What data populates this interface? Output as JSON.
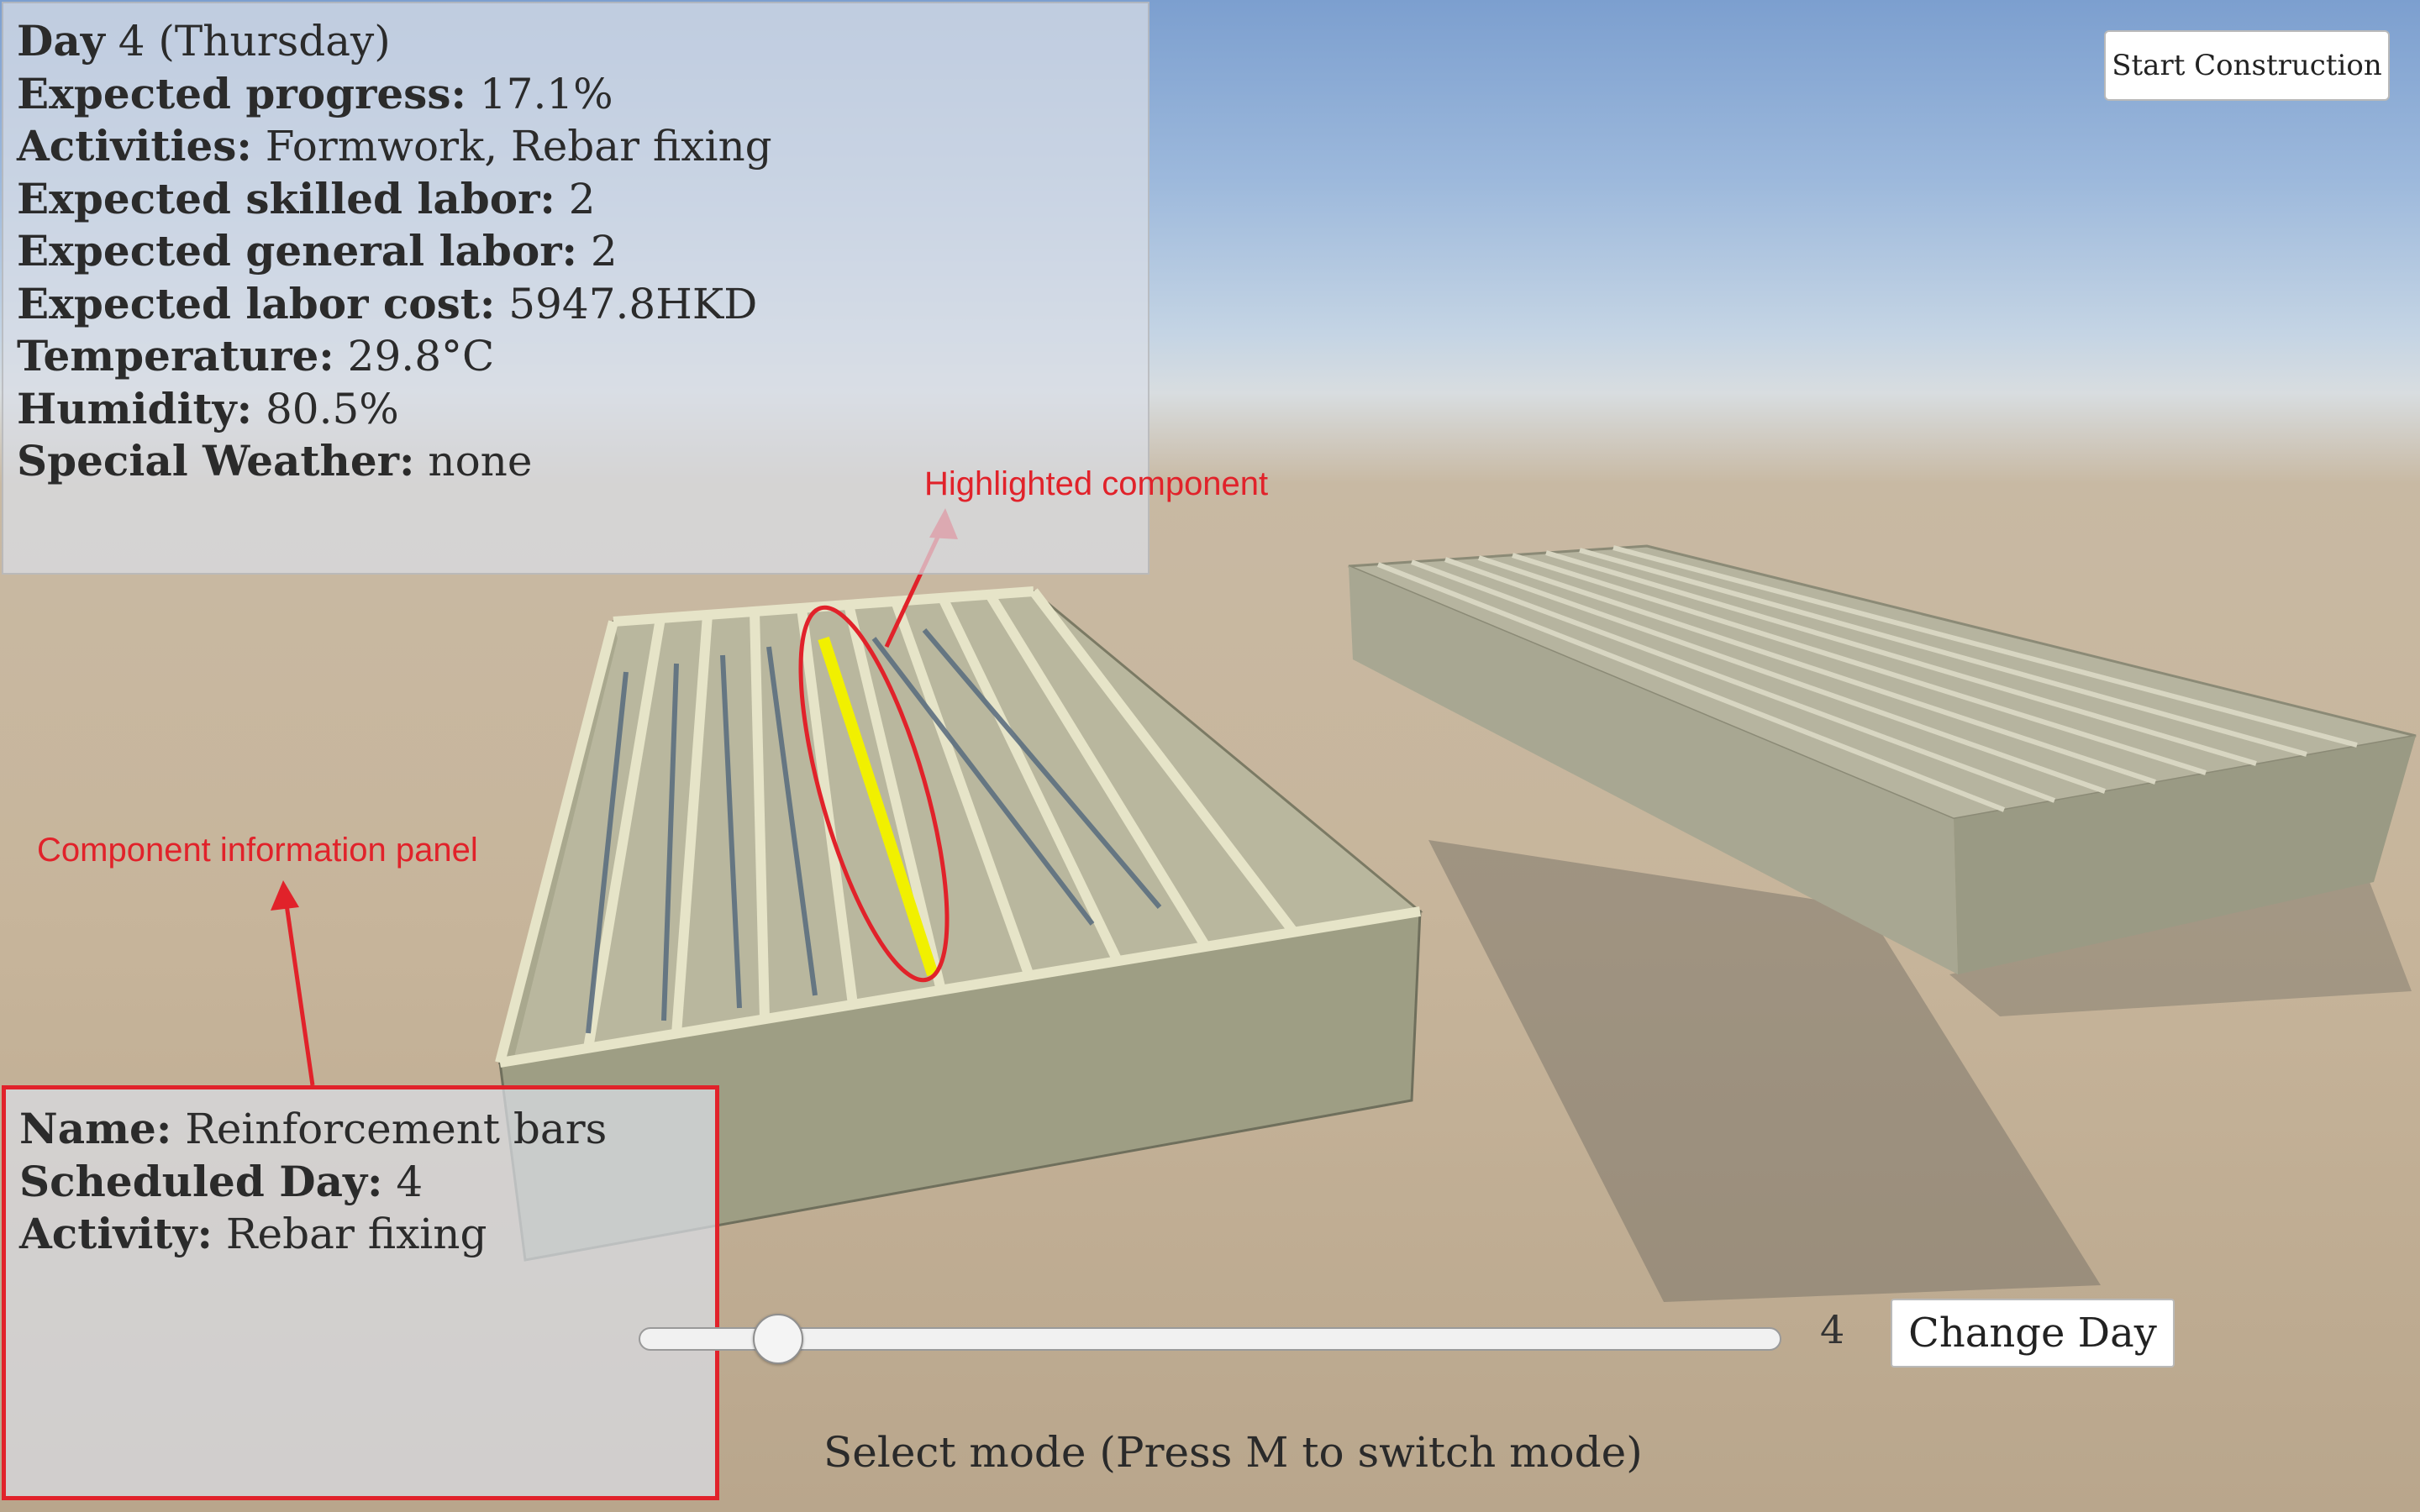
{
  "day_panel": {
    "day_label": "Day",
    "day_value": "4 (Thursday)",
    "progress_label": "Expected progress:",
    "progress_value": "17.1%",
    "activities_label": "Activities:",
    "activities_value": "Formwork, Rebar fixing",
    "skilled_label": "Expected skilled labor:",
    "skilled_value": "2",
    "general_label": "Expected general labor:",
    "general_value": "2",
    "cost_label": "Expected labor cost:",
    "cost_value": "5947.8HKD",
    "temp_label": "Temperature:",
    "temp_value": "29.8°C",
    "humidity_label": "Humidity:",
    "humidity_value": "80.5%",
    "weather_label": "Special Weather:",
    "weather_value": "none"
  },
  "component_panel": {
    "name_label": "Name:",
    "name_value": "Reinforcement bars",
    "day_label": "Scheduled Day:",
    "day_value": "4",
    "activity_label": "Activity:",
    "activity_value": "Rebar fixing"
  },
  "toolbar": {
    "start_label": "Start Construction",
    "change_day_label": "Change Day"
  },
  "slider": {
    "value": "4"
  },
  "status": {
    "mode_text": "Select mode (Press M to switch mode)"
  },
  "annotations": {
    "highlight": "Highlighted component",
    "panel": "Component information panel"
  },
  "colors": {
    "annotation": "#e1222a",
    "highlight": "#f1f000"
  }
}
